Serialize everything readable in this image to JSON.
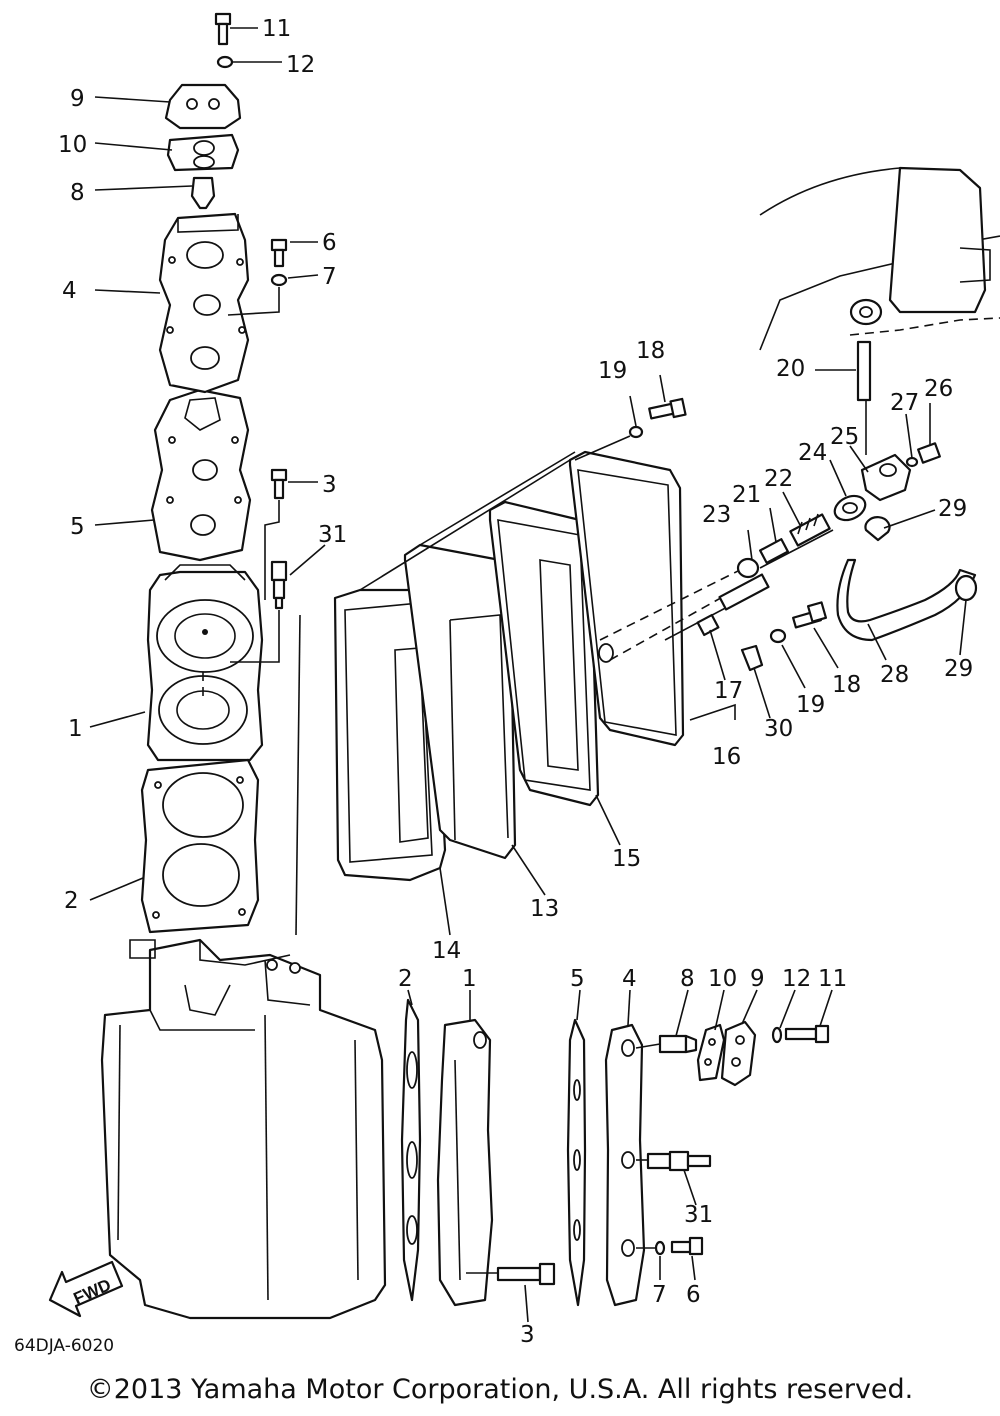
{
  "diagram": {
    "part_numbers": {
      "p11a": "11",
      "p12a": "12",
      "p9a": "9",
      "p10a": "10",
      "p8a": "8",
      "p6a": "6",
      "p7a": "7",
      "p4a": "4",
      "p5a": "5",
      "p3a": "3",
      "p31a": "31",
      "p1a": "1",
      "p2a": "2",
      "p14a": "14",
      "p13a": "13",
      "p15a": "15",
      "p16a": "16",
      "p17a": "17",
      "p30a": "30",
      "p19a": "19",
      "p18a": "18",
      "p19b": "19",
      "p18b": "18",
      "p20a": "20",
      "p23a": "23",
      "p21a": "21",
      "p22a": "22",
      "p24a": "24",
      "p25a": "25",
      "p27a": "27",
      "p26a": "26",
      "p29a": "29",
      "p28a": "28",
      "p29b": "29",
      "p2b": "2",
      "p1b": "1",
      "p5b": "5",
      "p4b": "4",
      "p8b": "8",
      "p10b": "10",
      "p9b": "9",
      "p12b": "12",
      "p11b": "11",
      "p31b": "31",
      "p7b": "7",
      "p6b": "6",
      "p3b": "3"
    },
    "fwd_arrow_label": "FWD",
    "drawing_code": "64DJA-6020",
    "copyright": "©2013 Yamaha Motor Corporation, U.S.A. All rights reserved."
  }
}
